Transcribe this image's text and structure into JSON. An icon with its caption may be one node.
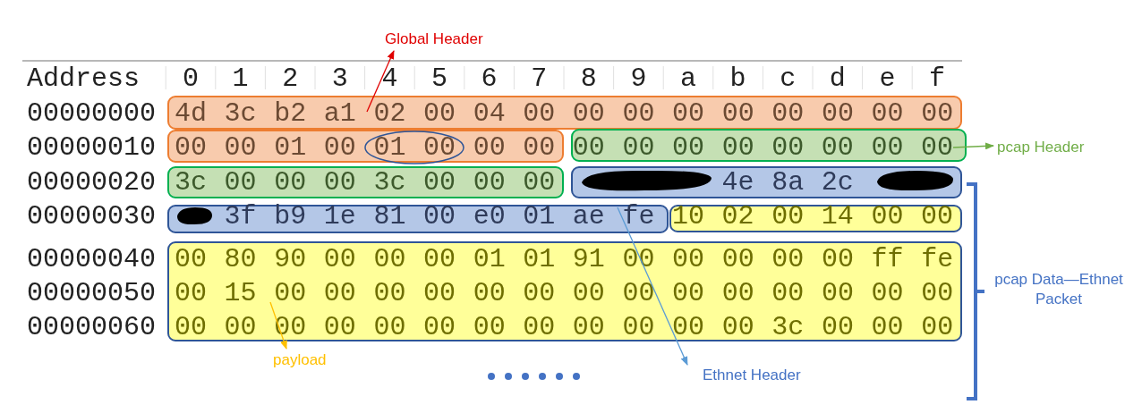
{
  "diagram": {
    "nodes": [
      {
        "text": [
          "4d 3c b2 a1 02 00 04 00 00 00 00 00 00 00 00 00"
        ]
      },
      {
        "text": [
          "00 00 01 00 01 00 00 00"
        ]
      },
      {
        "text": [
          "00 00 00 00 00 00 00 00"
        ]
      },
      {
        "text": [
          "3c 00 00 00 3c 00 00 00"
        ]
      },
      {
        "text": [
          "4e 8a 2c"
        ]
      },
      {
        "text": [
          "3f b9 1e 81 00 e0 01 ae fe"
        ]
      },
      {
        "text": [
          "10 02 00 14 00 00"
        ]
      },
      {
        "text": [
          "00 80 90 00 00 00 01 01 91 00 00 00 00 00 ff fe",
          "00 15 00 00 00 00 00 00 00 00 00 00 00 00 00 00",
          "00 00 00 00 00 00 00 00 00 00 00 00 3c 00 00 00"
        ]
      },
      {
        "text": [
          "Global Header"
        ]
      },
      {
        "text": [
          "pcap Header"
        ]
      },
      {
        "text": [
          "payload"
        ]
      },
      {
        "text": [
          "Ethnet Header"
        ]
      }
    ],
    "edges": [
      {
        "from": 0,
        "to": 8,
        "arrow": "to",
        "color": "#e00000"
      },
      {
        "from": 2,
        "to": 9,
        "arrow": "to",
        "color": "#70ad47"
      },
      {
        "from": 7,
        "to": 10,
        "arrow": "to",
        "color": "#ffc000"
      },
      {
        "from": 5,
        "to": 11,
        "arrow": "to",
        "color": "#5b9bd5"
      }
    ],
    "labels": [
      "Address",
      "0",
      "1",
      "2",
      "3",
      "4",
      "5",
      "6",
      "7",
      "8",
      "9",
      "a",
      "b",
      "c",
      "d",
      "e",
      "f",
      "00000000",
      "00000010",
      "00000020",
      "00000030",
      "00000040",
      "00000050",
      "00000060",
      "pcap Data—Ethnet Packet"
    ]
  }
}
